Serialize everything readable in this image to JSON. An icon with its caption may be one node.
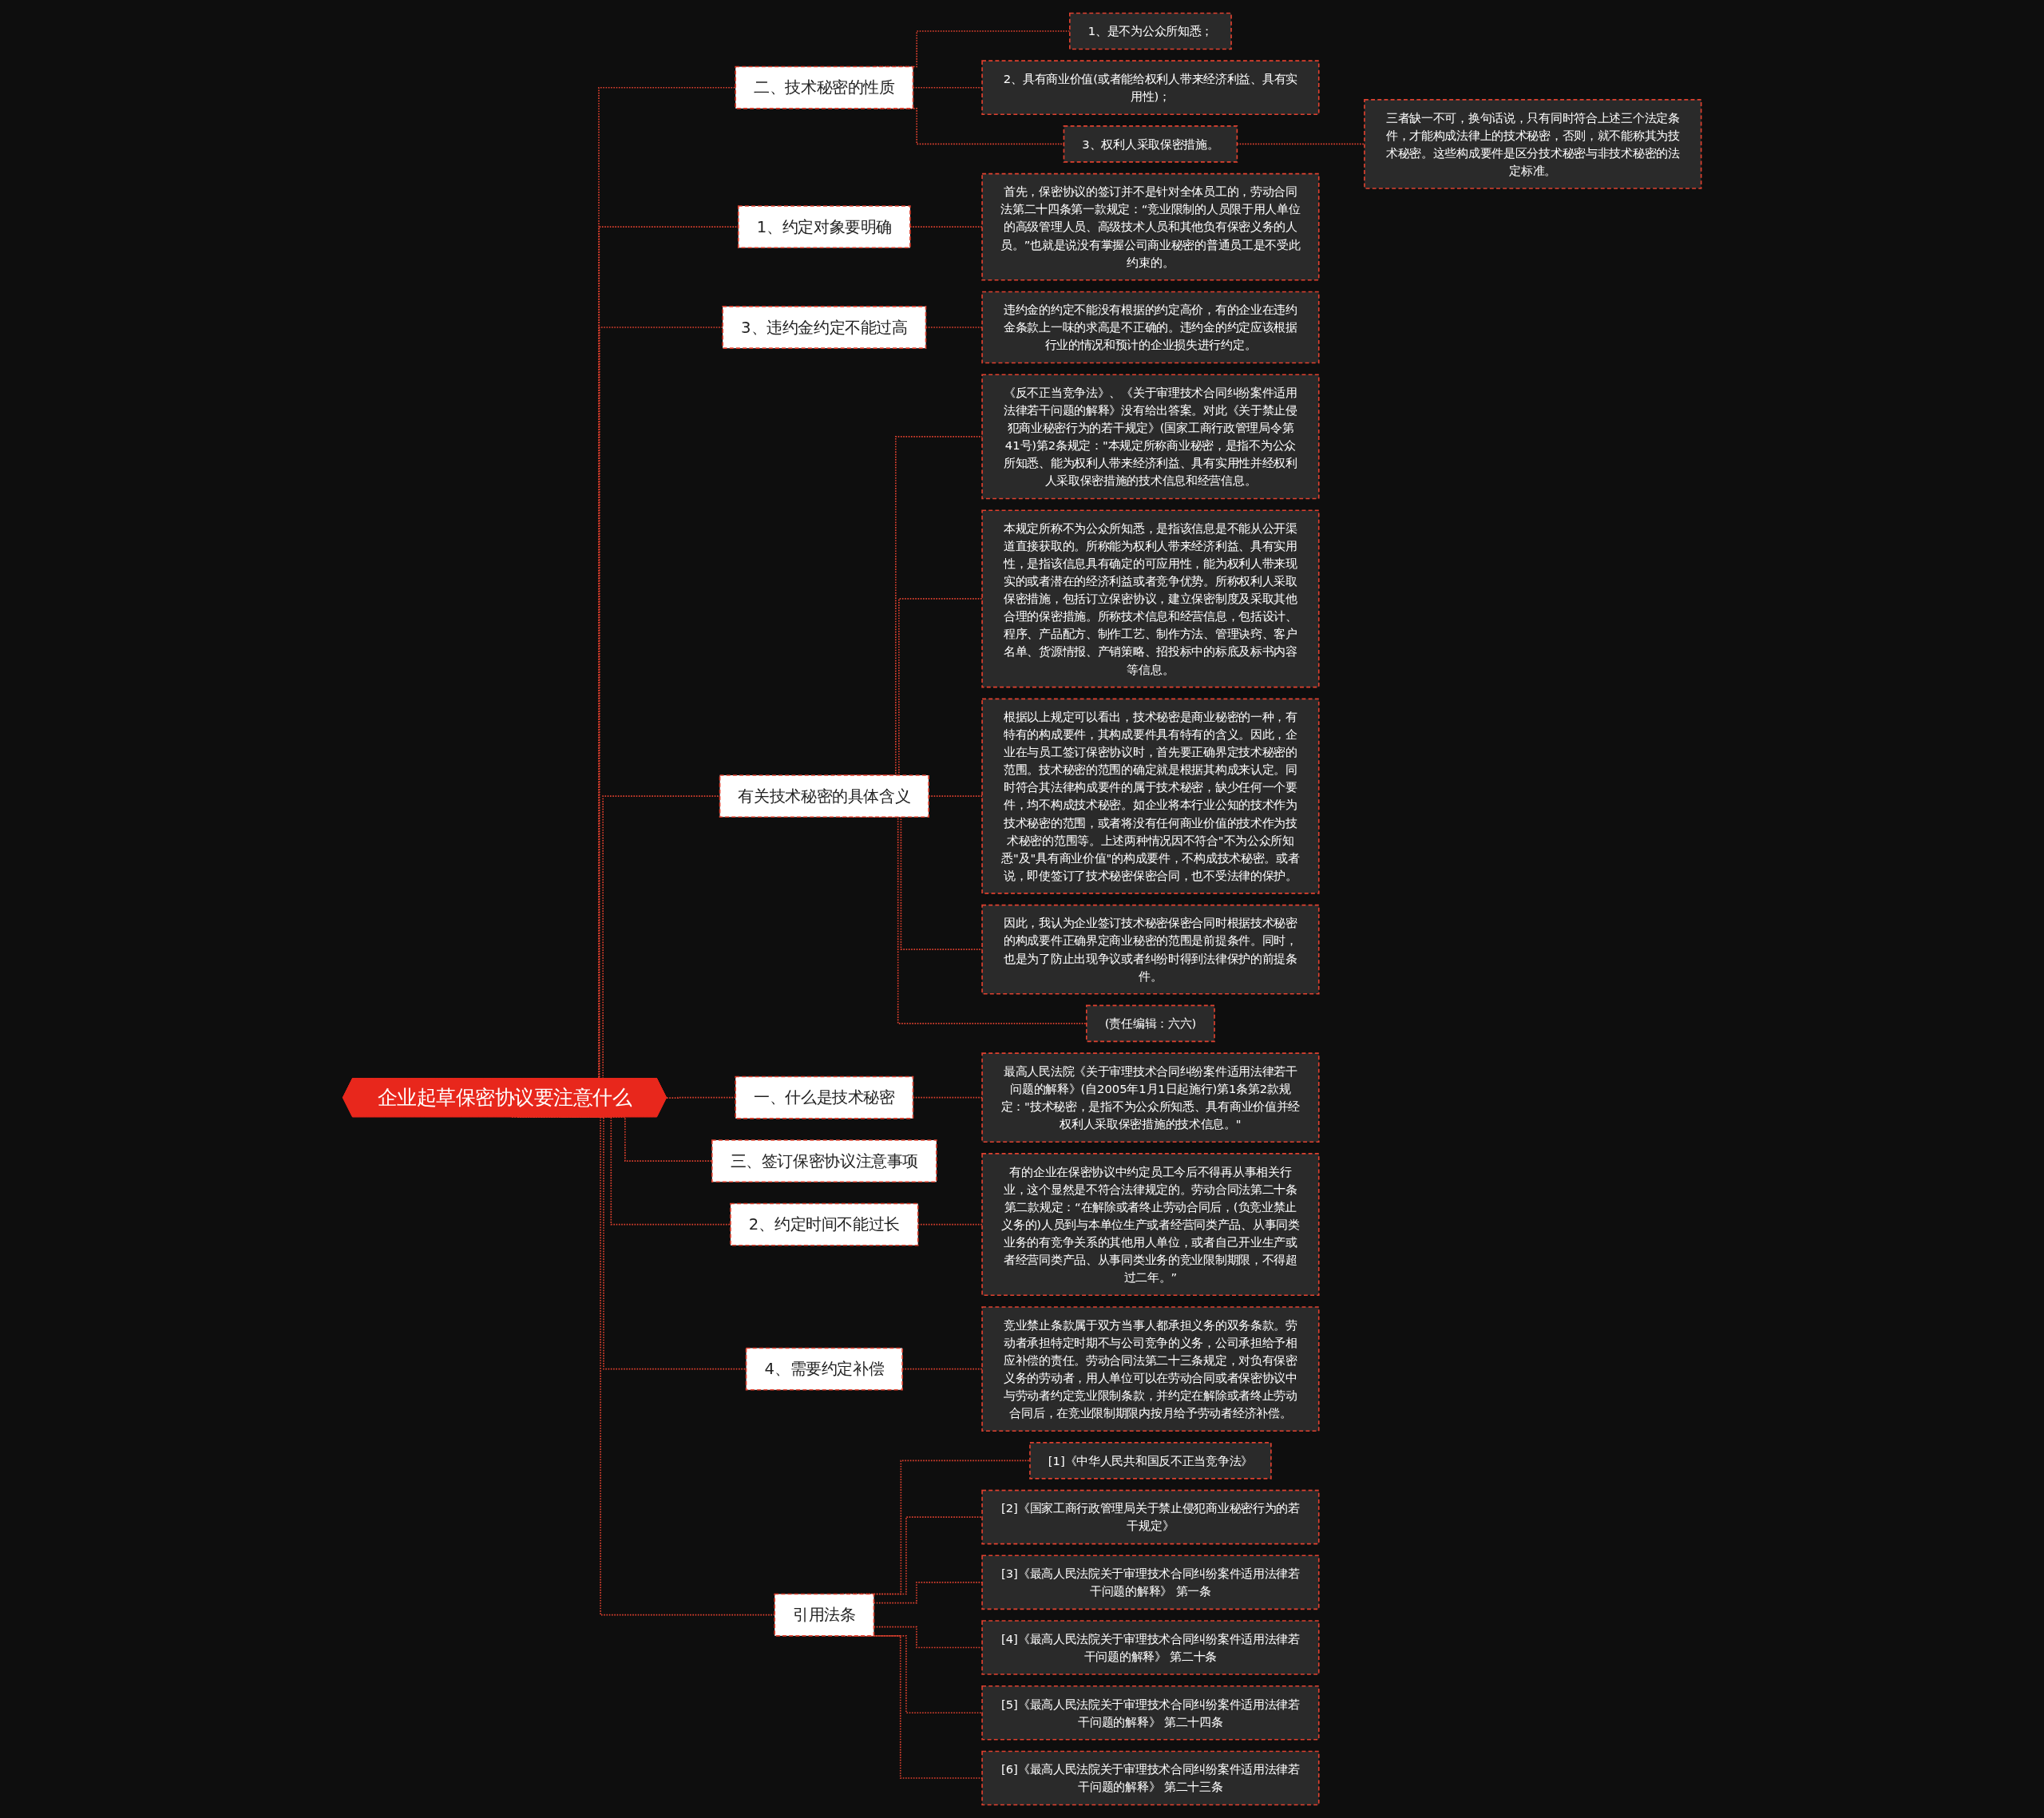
{
  "diagram": {
    "nodes": [
      {
        "text": [
          "企业起草保密协议要注意什么"
        ]
      },
      {
        "text": [
          "二、技术秘密的性质"
        ]
      },
      {
        "text": [
          "1、是不为公众所知悉；"
        ]
      },
      {
        "text": [
          "2、具有商业价值(或者能给权利人带来经济利益、具有实用性)；"
        ]
      },
      {
        "text": [
          "3、权利人采取保密措施。"
        ]
      },
      {
        "text": [
          "三者缺一不可，换句话说，只有同时符合上述三个法定条件，才能构成法律上的技术秘密，否则，就不能称其为技术秘密。这些构成要件是区分技术秘密与非技术秘密的法定标准。"
        ]
      },
      {
        "text": [
          "1、约定对象要明确"
        ]
      },
      {
        "text": [
          "首先，保密协议的签订并不是针对全体员工的，劳动合同法第二十四条第一款规定：“竞业限制的人员限于用人单位的高级管理人员、高级技术人员和其他负有保密义务的人员。”也就是说没有掌握公司商业秘密的普通员工是不受此约束的。"
        ]
      },
      {
        "text": [
          "3、违约金约定不能过高"
        ]
      },
      {
        "text": [
          "违约金的约定不能没有根据的约定高价，有的企业在违约金条款上一味的求高是不正确的。违约金的约定应该根据行业的情况和预计的企业损失进行约定。"
        ]
      },
      {
        "text": [
          "有关技术秘密的具体含义"
        ]
      },
      {
        "text": [
          "《反不正当竞争法》、《关于审理技术合同纠纷案件适用法律若干问题的解释》没有给出答案。对此《关于禁止侵犯商业秘密行为的若干规定》(国家工商行政管理局令第41号)第2条规定：\"本规定所称商业秘密，是指不为公众所知悉、能为权利人带来经济利益、具有实用性并经权利人采取保密措施的技术信息和经营信息。"
        ]
      },
      {
        "text": [
          "本规定所称不为公众所知悉，是指该信息是不能从公开渠道直接获取的。所称能为权利人带来经济利益、具有实用性，是指该信息具有确定的可应用性，能为权利人带来现实的或者潜在的经济利益或者竞争优势。所称权利人采取保密措施，包括订立保密协议，建立保密制度及采取其他合理的保密措施。所称技术信息和经营信息，包括设计、程序、产品配方、制作工艺、制作方法、管理诀窍、客户名单、货源情报、产销策略、招投标中的标底及标书内容等信息。"
        ]
      },
      {
        "text": [
          "根据以上规定可以看出，技术秘密是商业秘密的一种，有特有的构成要件，其构成要件具有特有的含义。因此，企业在与员工签订保密协议时，首先要正确界定技术秘密的范围。技术秘密的范围的确定就是根据其构成来认定。同时符合其法律构成要件的属于技术秘密，缺少任何一个要件，均不构成技术秘密。如企业将本行业公知的技术作为技术秘密的范围，或者将没有任何商业价值的技术作为技术秘密的范围等。上述两种情况因不符合\"不为公众所知悉\"及\"具有商业价值\"的构成要件，不构成技术秘密。或者说，即使签订了技术秘密保密合同，也不受法律的保护。"
        ]
      },
      {
        "text": [
          "因此，我认为企业签订技术秘密保密合同时根据技术秘密的构成要件正确界定商业秘密的范围是前提条件。同时，也是为了防止出现争议或者纠纷时得到法律保护的前提条件。"
        ]
      },
      {
        "text": [
          "(责任编辑：六六)"
        ]
      },
      {
        "text": [
          "一、什么是技术秘密"
        ]
      },
      {
        "text": [
          "最高人民法院《关于审理技术合同纠纷案件适用法律若干问题的解释》(自2005年1月1日起施行)第1条第2款规定：\"技术秘密，是指不为公众所知悉、具有商业价值并经权利人采取保密措施的技术信息。\""
        ]
      },
      {
        "text": [
          "三、签订保密协议注意事项"
        ]
      },
      {
        "text": [
          "2、约定时间不能过长"
        ]
      },
      {
        "text": [
          "有的企业在保密协议中约定员工今后不得再从事相关行业，这个显然是不符合法律规定的。劳动合同法第二十条第二款规定：“在解除或者终止劳动合同后，(负竞业禁止义务的)人员到与本单位生产或者经营同类产品、从事同类业务的有竞争关系的其他用人单位，或者自己开业生产或者经营同类产品、从事同类业务的竞业限制期限，不得超过二年。”"
        ]
      },
      {
        "text": [
          "4、需要约定补偿"
        ]
      },
      {
        "text": [
          "竞业禁止条款属于双方当事人都承担义务的双务条款。劳动者承担特定时期不与公司竞争的义务，公司承担给予相应补偿的责任。劳动合同法第二十三条规定，对负有保密义务的劳动者，用人单位可以在劳动合同或者保密协议中与劳动者约定竞业限制条款，并约定在解除或者终止劳动合同后，在竞业限制期限内按月给予劳动者经济补偿。"
        ]
      },
      {
        "text": [
          "引用法条"
        ]
      },
      {
        "text": [
          "[1]《中华人民共和国反不正当竞争法》"
        ]
      },
      {
        "text": [
          "[2]《国家工商行政管理局关于禁止侵犯商业秘密行为的若干规定》"
        ]
      },
      {
        "text": [
          "[3]《最高人民法院关于审理技术合同纠纷案件适用法律若干问题的解释》 第一条"
        ]
      },
      {
        "text": [
          "[4]《最高人民法院关于审理技术合同纠纷案件适用法律若干问题的解释》 第二十条"
        ]
      },
      {
        "text": [
          "[5]《最高人民法院关于审理技术合同纠纷案件适用法律若干问题的解释》 第二十四条"
        ]
      },
      {
        "text": [
          "[6]《最高人民法院关于审理技术合同纠纷案件适用法律若干问题的解释》 第二十三条"
        ]
      }
    ],
    "edges": [
      {
        "from": 0,
        "to": 1,
        "arrow": "none",
        "style": "dashed"
      },
      {
        "from": 1,
        "to": 2,
        "arrow": "none",
        "style": "dashed"
      },
      {
        "from": 1,
        "to": 3,
        "arrow": "none",
        "style": "dashed"
      },
      {
        "from": 1,
        "to": 4,
        "arrow": "none",
        "style": "dashed"
      },
      {
        "from": 4,
        "to": 5,
        "arrow": "none",
        "style": "dashed"
      },
      {
        "from": 0,
        "to": 6,
        "arrow": "none",
        "style": "dashed"
      },
      {
        "from": 6,
        "to": 7,
        "arrow": "none",
        "style": "dashed"
      },
      {
        "from": 0,
        "to": 8,
        "arrow": "none",
        "style": "dashed"
      },
      {
        "from": 8,
        "to": 9,
        "arrow": "none",
        "style": "dashed"
      },
      {
        "from": 0,
        "to": 10,
        "arrow": "none",
        "style": "dashed"
      },
      {
        "from": 10,
        "to": 11,
        "arrow": "none",
        "style": "dashed"
      },
      {
        "from": 10,
        "to": 12,
        "arrow": "none",
        "style": "dashed"
      },
      {
        "from": 10,
        "to": 13,
        "arrow": "none",
        "style": "dashed"
      },
      {
        "from": 10,
        "to": 14,
        "arrow": "none",
        "style": "dashed"
      },
      {
        "from": 10,
        "to": 15,
        "arrow": "none",
        "style": "dashed"
      },
      {
        "from": 0,
        "to": 16,
        "arrow": "none",
        "style": "dashed"
      },
      {
        "from": 16,
        "to": 17,
        "arrow": "none",
        "style": "dashed"
      },
      {
        "from": 0,
        "to": 18,
        "arrow": "none",
        "style": "dashed"
      },
      {
        "from": 0,
        "to": 19,
        "arrow": "none",
        "style": "dashed"
      },
      {
        "from": 19,
        "to": 20,
        "arrow": "none",
        "style": "dashed"
      },
      {
        "from": 0,
        "to": 21,
        "arrow": "none",
        "style": "dashed"
      },
      {
        "from": 21,
        "to": 22,
        "arrow": "none",
        "style": "dashed"
      },
      {
        "from": 0,
        "to": 23,
        "arrow": "none",
        "style": "dashed"
      },
      {
        "from": 23,
        "to": 24,
        "arrow": "none",
        "style": "dashed"
      },
      {
        "from": 23,
        "to": 25,
        "arrow": "none",
        "style": "dashed"
      },
      {
        "from": 23,
        "to": 26,
        "arrow": "none",
        "style": "dashed"
      },
      {
        "from": 23,
        "to": 27,
        "arrow": "none",
        "style": "dashed"
      },
      {
        "from": 23,
        "to": 28,
        "arrow": "none",
        "style": "dashed"
      },
      {
        "from": 23,
        "to": 29,
        "arrow": "none",
        "style": "dashed"
      }
    ]
  }
}
